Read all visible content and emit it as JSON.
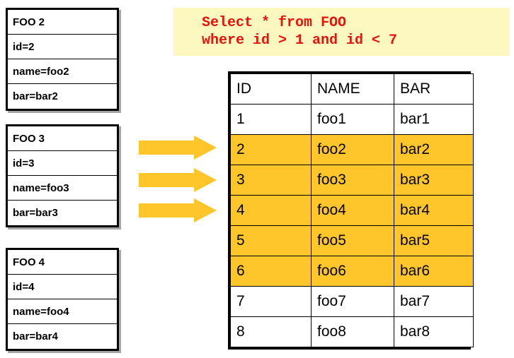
{
  "records": [
    {
      "title": "FOO 2",
      "fields": [
        "id=2",
        "name=foo2",
        "bar=bar2"
      ]
    },
    {
      "title": "FOO 3",
      "fields": [
        "id=3",
        "name=foo3",
        "bar=bar3"
      ]
    },
    {
      "title": "FOO 4",
      "fields": [
        "id=4",
        "name=foo4",
        "bar=bar4"
      ]
    }
  ],
  "arrows": [
    {
      "name": "flow-arrow-1"
    },
    {
      "name": "flow-arrow-2"
    },
    {
      "name": "flow-arrow-3"
    }
  ],
  "query": {
    "line1": "Select * from FOO",
    "line2": "where id > 1 and id < 7",
    "text_color": "#E8130B",
    "background_color": "#FCF8C0"
  },
  "table": {
    "headers": [
      "ID",
      "NAME",
      "BAR"
    ],
    "highlight_color": "#FFC62B",
    "rows": [
      {
        "id": "1",
        "name": "foo1",
        "bar": "bar1",
        "highlighted": false
      },
      {
        "id": "2",
        "name": "foo2",
        "bar": "bar2",
        "highlighted": true
      },
      {
        "id": "3",
        "name": "foo3",
        "bar": "bar3",
        "highlighted": true
      },
      {
        "id": "4",
        "name": "foo4",
        "bar": "bar4",
        "highlighted": true
      },
      {
        "id": "5",
        "name": "foo5",
        "bar": "bar5",
        "highlighted": true
      },
      {
        "id": "6",
        "name": "foo6",
        "bar": "bar6",
        "highlighted": true
      },
      {
        "id": "7",
        "name": "foo7",
        "bar": "bar7",
        "highlighted": false
      },
      {
        "id": "8",
        "name": "foo8",
        "bar": "bar8",
        "highlighted": false
      }
    ]
  },
  "colors": {
    "arrow": "#FFC62B",
    "border": "#000000",
    "page_background": "#FFFFFF"
  }
}
